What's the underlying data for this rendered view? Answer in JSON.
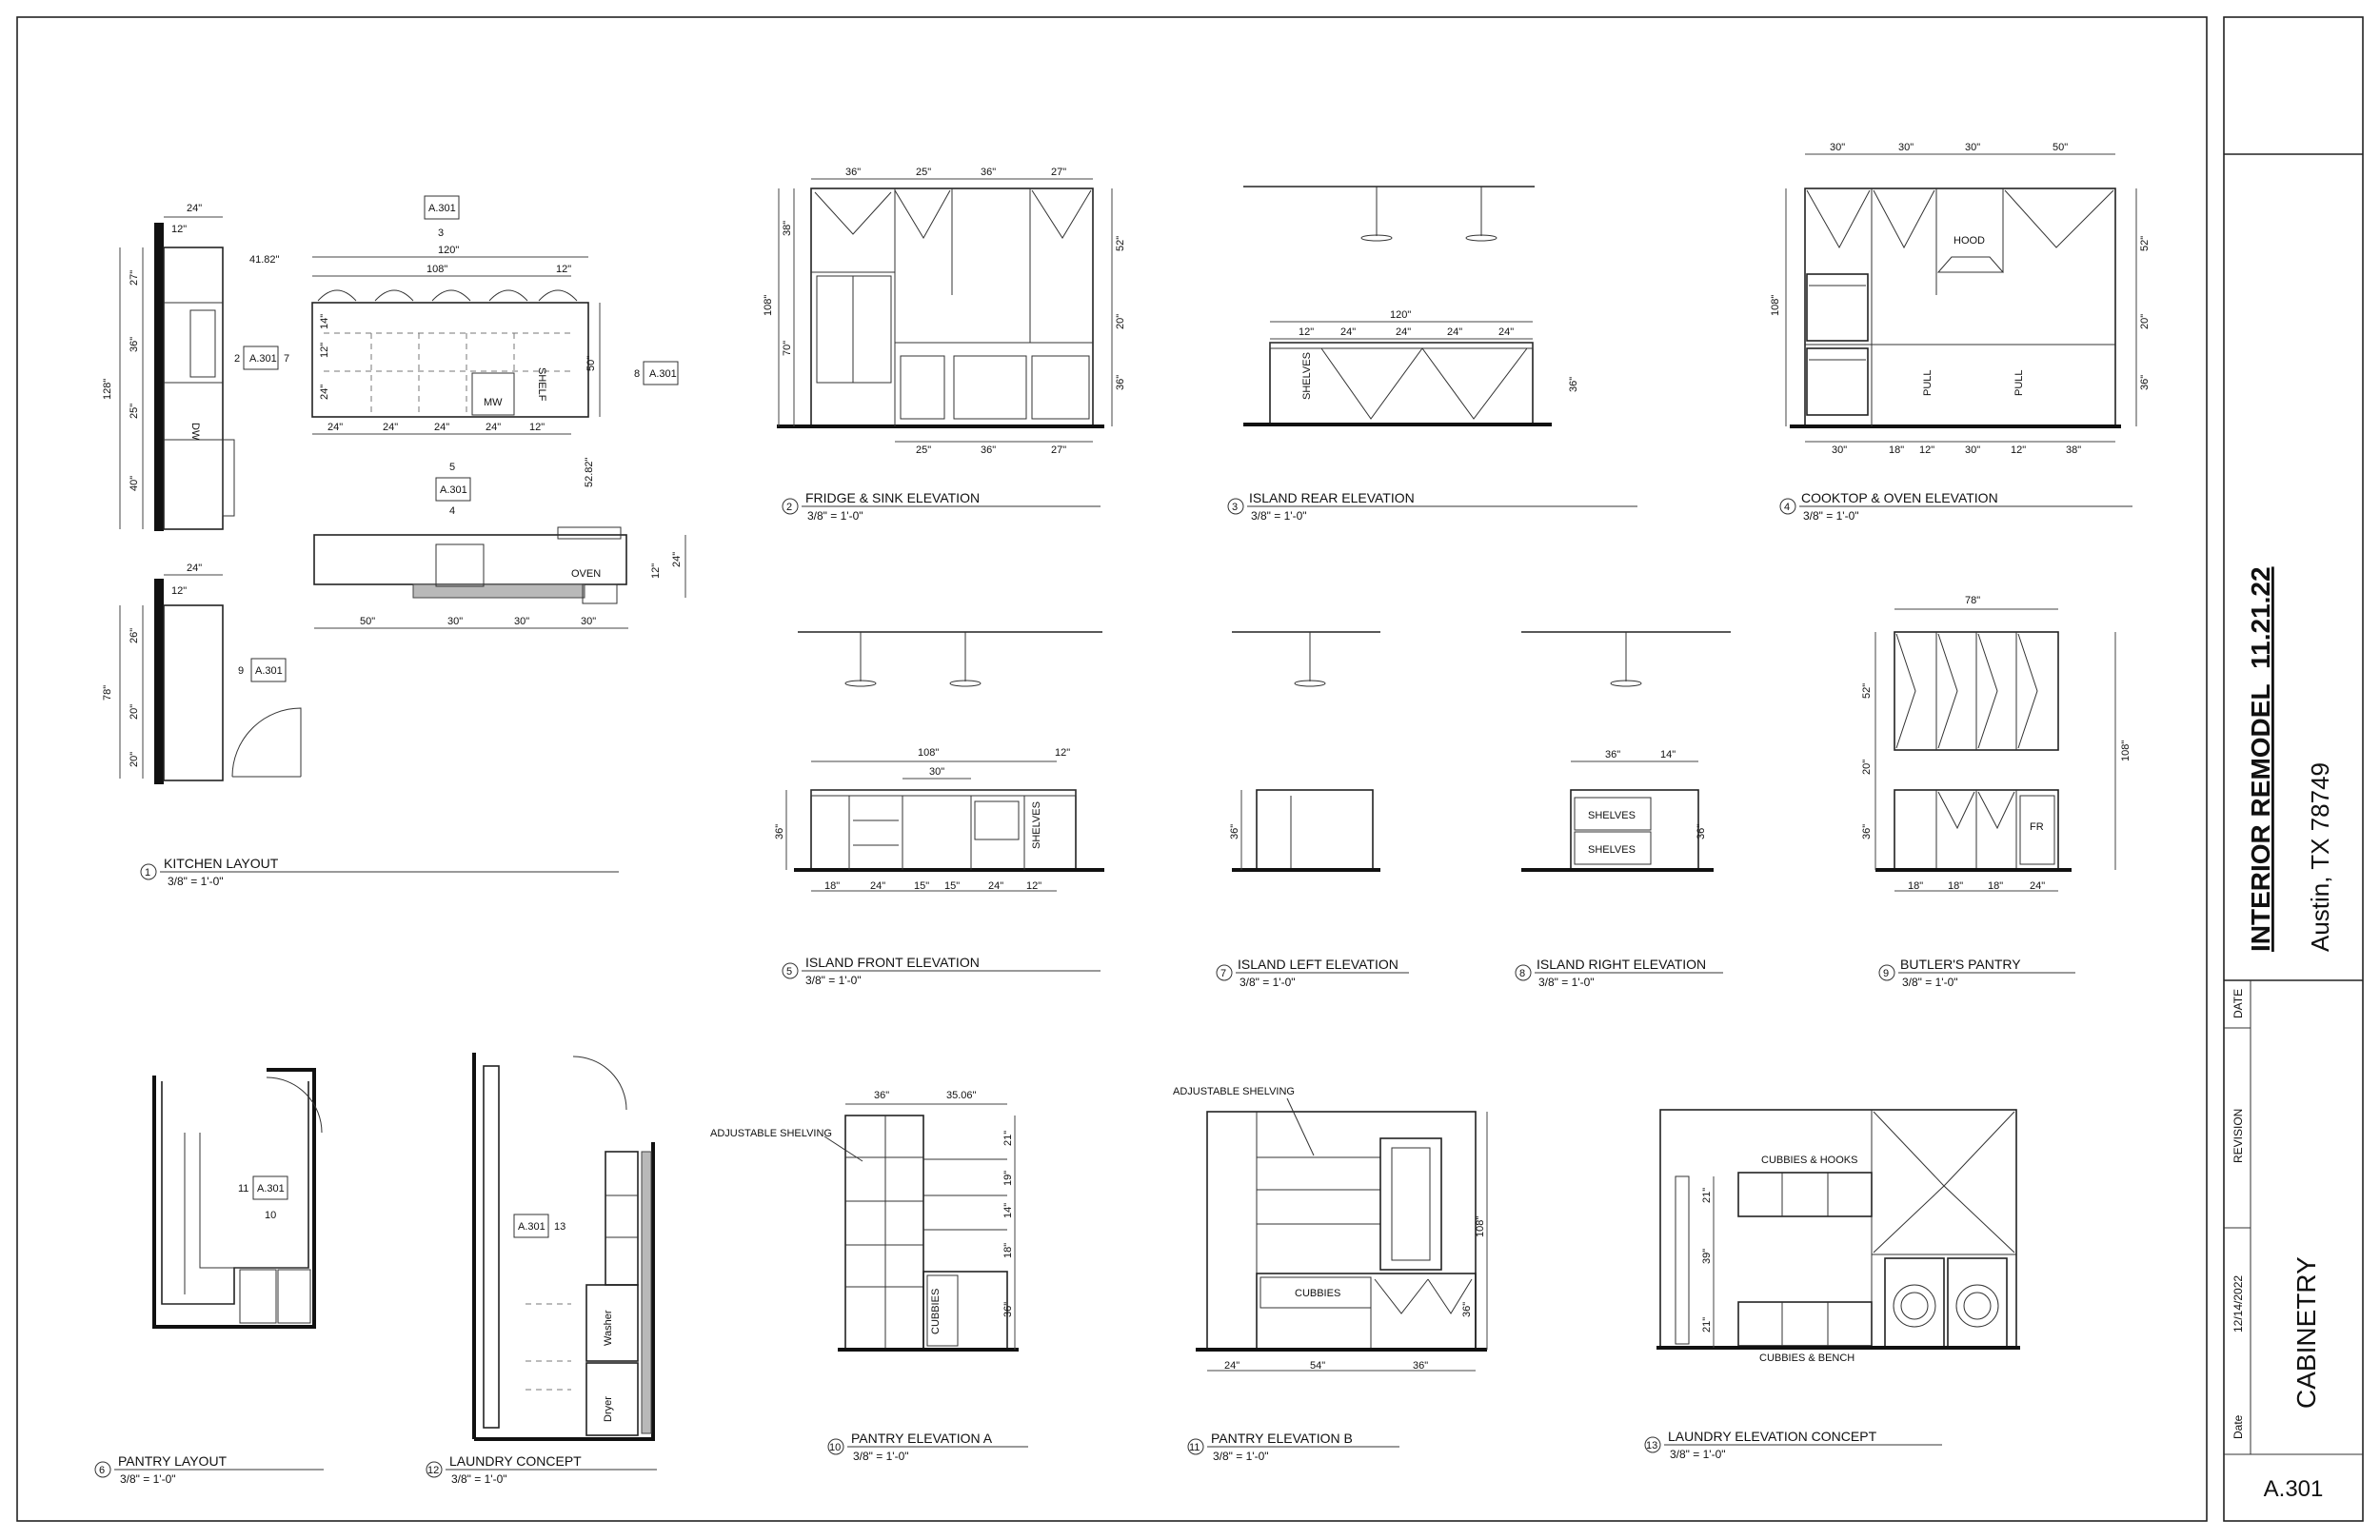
{
  "sheet": {
    "project_title": "INTERIOR REMODEL_11.21.22",
    "location": "Austin, TX 78749",
    "sheet_name": "CABINETRY",
    "sheet_number": "A.301",
    "date_label": "DATE",
    "revision_label": "REVISION",
    "revision_date": "12/14/2022",
    "date_footer": "Date"
  },
  "views": [
    {
      "num": "1",
      "title": "KITCHEN LAYOUT",
      "scale": "3/8\" = 1'-0\""
    },
    {
      "num": "2",
      "title": "FRIDGE & SINK ELEVATION",
      "scale": "3/8\" = 1'-0\""
    },
    {
      "num": "3",
      "title": "ISLAND REAR ELEVATION",
      "scale": "3/8\" = 1'-0\""
    },
    {
      "num": "4",
      "title": "COOKTOP & OVEN ELEVATION",
      "scale": "3/8\" = 1'-0\""
    },
    {
      "num": "5",
      "title": "ISLAND FRONT ELEVATION",
      "scale": "3/8\" = 1'-0\""
    },
    {
      "num": "7",
      "title": "ISLAND LEFT ELEVATION",
      "scale": "3/8\" = 1'-0\""
    },
    {
      "num": "8",
      "title": "ISLAND RIGHT ELEVATION",
      "scale": "3/8\" = 1'-0\""
    },
    {
      "num": "9",
      "title": "BUTLER'S PANTRY",
      "scale": "3/8\" = 1'-0\""
    },
    {
      "num": "6",
      "title": "PANTRY LAYOUT",
      "scale": "3/8\" = 1'-0\""
    },
    {
      "num": "12",
      "title": "LAUNDRY CONCEPT",
      "scale": "3/8\" = 1'-0\""
    },
    {
      "num": "10",
      "title": "PANTRY ELEVATION A",
      "scale": "3/8\" = 1'-0\""
    },
    {
      "num": "11",
      "title": "PANTRY ELEVATION B",
      "scale": "3/8\" = 1'-0\""
    },
    {
      "num": "13",
      "title": "LAUNDRY ELEVATION CONCEPT",
      "scale": "3/8\" = 1'-0\""
    }
  ],
  "tags": {
    "a301": "A.301",
    "n1": "1",
    "n2": "2",
    "n3": "3",
    "n4": "4",
    "n5": "5",
    "n7": "7",
    "n8": "8",
    "n9": "9",
    "n10": "10",
    "n11": "11",
    "n13": "13"
  },
  "labels": {
    "dw": "DW",
    "shelf": "SHELF",
    "mw": "MW",
    "oven": "OVEN",
    "hood": "HOOD",
    "pull": "PULL",
    "shelves": "SHELVES",
    "fr": "FR",
    "cubbies": "CUBBIES",
    "adjustable_shelving": "ADJUSTABLE SHELVING",
    "cubbies_hooks": "CUBBIES & HOOKS",
    "cubbies_bench": "CUBBIES & BENCH",
    "washer": "Washer",
    "dryer": "Dryer"
  },
  "dims": {
    "d24": "24\"",
    "d12": "12\"",
    "d14": "14\"",
    "d15": "15\"",
    "d18": "18\"",
    "d19": "19\"",
    "d20": "20\"",
    "d21": "21\"",
    "d25": "25\"",
    "d26": "26\"",
    "d27": "27\"",
    "d30": "30\"",
    "d35": "35\"",
    "d36": "36\"",
    "d38": "38\"",
    "d39": "39\"",
    "d40": "40\"",
    "d50": "50\"",
    "d52": "52\"",
    "d54": "54\"",
    "d70": "70\"",
    "d78": "78\"",
    "d108": "108\"",
    "d120": "120\"",
    "d128": "128\"",
    "d4182": "41.82\"",
    "d5282": "52.82\"",
    "d3506": "35.06\""
  }
}
